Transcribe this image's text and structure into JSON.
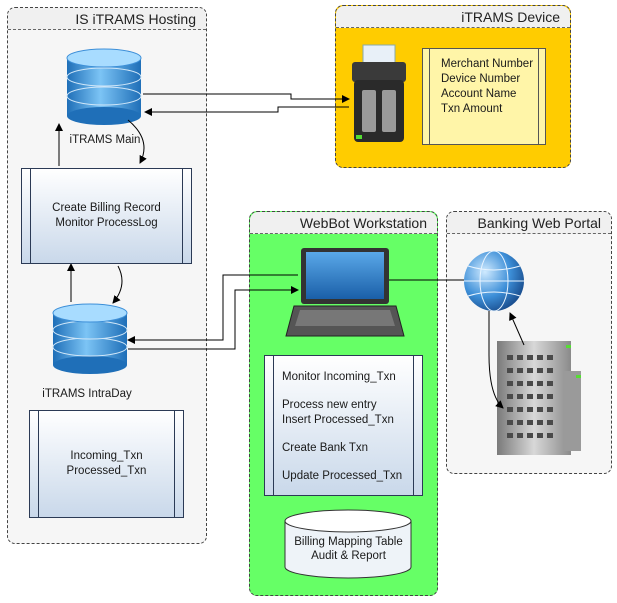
{
  "groups": {
    "hosting": {
      "title": "IS iTRAMS Hosting"
    },
    "device": {
      "title": "iTRAMS Device",
      "fields": [
        "Merchant Number",
        "Device Number",
        "Account Name",
        "Txn Amount"
      ]
    },
    "webbot": {
      "title": "WebBot Workstation",
      "steps": [
        "Monitor Incoming_Txn",
        "Process new entry",
        "Insert Processed_Txn",
        "Create Bank Txn",
        "Update Processed_Txn"
      ],
      "storage": [
        "Billing Mapping Table",
        "Audit & Report"
      ]
    },
    "bank": {
      "title": "Banking Web Portal"
    }
  },
  "nodes": {
    "main_db": {
      "label": "iTRAMS Main"
    },
    "billing": {
      "lines": [
        "Create Billing Record",
        "Monitor ProcessLog"
      ]
    },
    "intraday_db": {
      "label": "iTRAMS IntraDay"
    },
    "tables": {
      "lines": [
        "Incoming_Txn",
        "Processed_Txn"
      ]
    }
  },
  "colors": {
    "device_bg": "#ffcc00",
    "webbot_bg": "#66ff66",
    "db_blue": "#3d9be0",
    "group_title_bg": "#f0f0f0"
  },
  "icons": [
    "database-icon",
    "printer-terminal-icon",
    "laptop-icon",
    "globe-icon",
    "bank-building-icon"
  ]
}
